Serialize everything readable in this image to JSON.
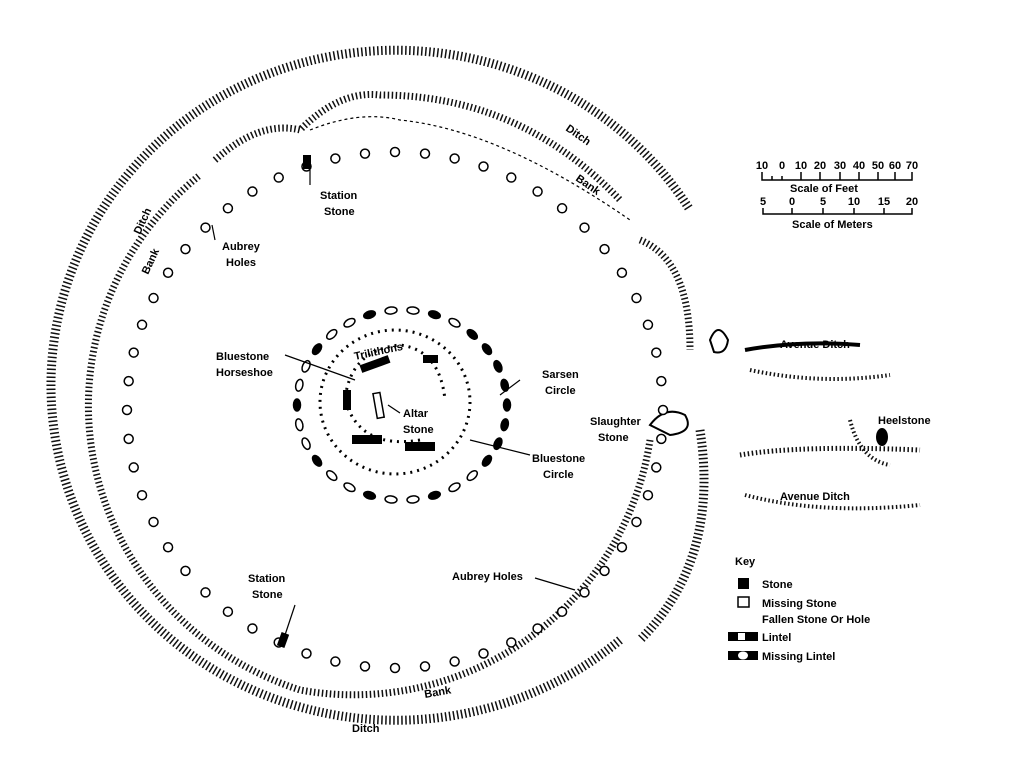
{
  "labels": {
    "ditch_top": "Ditch",
    "bank_top": "Bank",
    "ditch_left": "Ditch",
    "bank_left": "Bank",
    "station_stone_top": [
      "Station",
      "Stone"
    ],
    "aubrey_holes_top": [
      "Aubrey",
      "Holes"
    ],
    "bluestone_horseshoe": [
      "Bluestone",
      "Horseshoe"
    ],
    "trilithons": "Trilithons",
    "altar_stone": [
      "Altar",
      "Stone"
    ],
    "sarsen_circle": [
      "Sarsen",
      "Circle"
    ],
    "bluestone_circle": [
      "Bluestone",
      "Circle"
    ],
    "slaughter_stone": [
      "Slaughter",
      "Stone"
    ],
    "avenue_ditch_top": "Avenue Ditch",
    "avenue_ditch_bottom": "Avenue Ditch",
    "heelstone": "Heelstone",
    "aubrey_holes_bottom": "Aubrey Holes",
    "station_stone_bottom": [
      "Station",
      "Stone"
    ],
    "bank_bottom": "Bank",
    "ditch_bottom": "Ditch"
  },
  "scale_feet": {
    "ticks": [
      "10",
      "0",
      "10",
      "20",
      "30",
      "40",
      "50",
      "60",
      "70"
    ],
    "title": "Scale of Feet"
  },
  "scale_meters": {
    "ticks": [
      "5",
      "0",
      "5",
      "10",
      "15",
      "20"
    ],
    "title": "Scale of Meters"
  },
  "key": {
    "title": "Key",
    "items": [
      "Stone",
      "Missing Stone",
      "Fallen Stone Or Hole",
      "Lintel",
      "Missing Lintel"
    ]
  }
}
